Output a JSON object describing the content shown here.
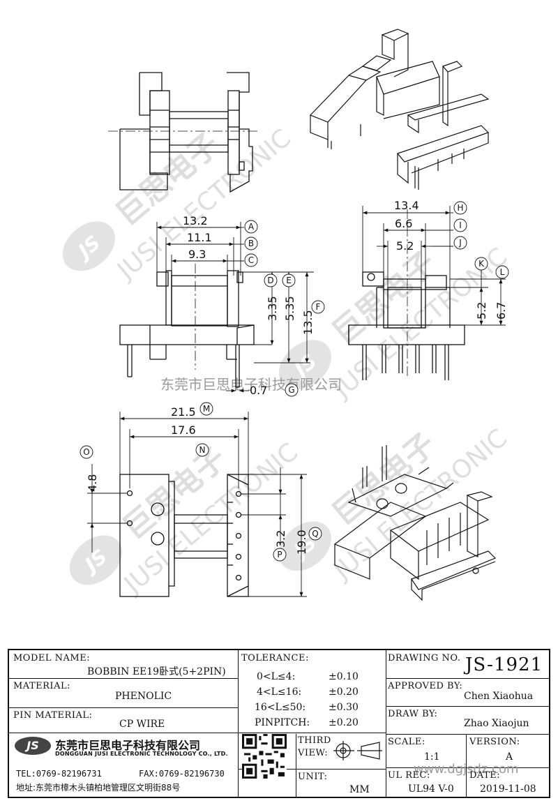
{
  "dimensions": {
    "A": "13.2",
    "B": "11.1",
    "C": "9.3",
    "D": "3.35",
    "E": "5.35",
    "F": "13.5",
    "G": "0.7",
    "H": "13.4",
    "I": "6.6",
    "J": "5.2",
    "K": "5.2",
    "L": "6.7",
    "M": "21.5",
    "N": "17.6",
    "O": "4.8",
    "P": "3.2",
    "Q": "19.0"
  },
  "watermark": {
    "company_cn": "东莞市巨思电子科技有限公司",
    "logo": "JS",
    "brand_cn": "巨思电子",
    "brand_en": "JUSI ELECTRONIC"
  },
  "title_block": {
    "model_name_label": "MODEL NAME:",
    "model_name": "BOBBIN EE19卧式(5+2PIN)",
    "material_label": "MATERIAL:",
    "material": "PHENOLIC",
    "pin_material_label": "PIN MATERIAL:",
    "pin_material": "CP WIRE",
    "tolerance_label": "TOLERANCE:",
    "tolerances": [
      {
        "range": "0<L≤4:",
        "value": "±0.10"
      },
      {
        "range": "4<L≤16:",
        "value": "±0.20"
      },
      {
        "range": "16<L≤50:",
        "value": "±0.30"
      },
      {
        "range": "PINPITCH:",
        "value": "±0.20"
      }
    ],
    "third_view_label_1": "THIRD",
    "third_view_label_2": "VIEW:",
    "unit_label": "UNIT:",
    "unit": "MM",
    "drawing_no_label": "DRAWING NO.",
    "drawing_no": "JS-1921",
    "approved_by_label": "APPROVED BY:",
    "approved_by": "Chen Xiaohua",
    "draw_by_label": "DRAW BY:",
    "draw_by": "Zhao Xiaojun",
    "scale_label": "SCALE:",
    "scale": "1:1",
    "version_label": "VERSION:",
    "version": "A",
    "ul_rec_label": "UL REC:",
    "ul_rec": "UL94 V-0",
    "date_label": "DATE:",
    "date": "2019-11-08",
    "website": "www.dgjsdz.com",
    "company_logo": "JS",
    "company_cn": "东莞市巨思电子科技有限公司",
    "company_en": "DONGGUAN JUSI ELECTRONIC TECHNOLOGY CO., LTD.",
    "tel": "TEL:0769-82196731",
    "fax": "FAX:0769-82196730",
    "address": "地址:东莞市樟木头镇柏地管理区文明街88号"
  }
}
